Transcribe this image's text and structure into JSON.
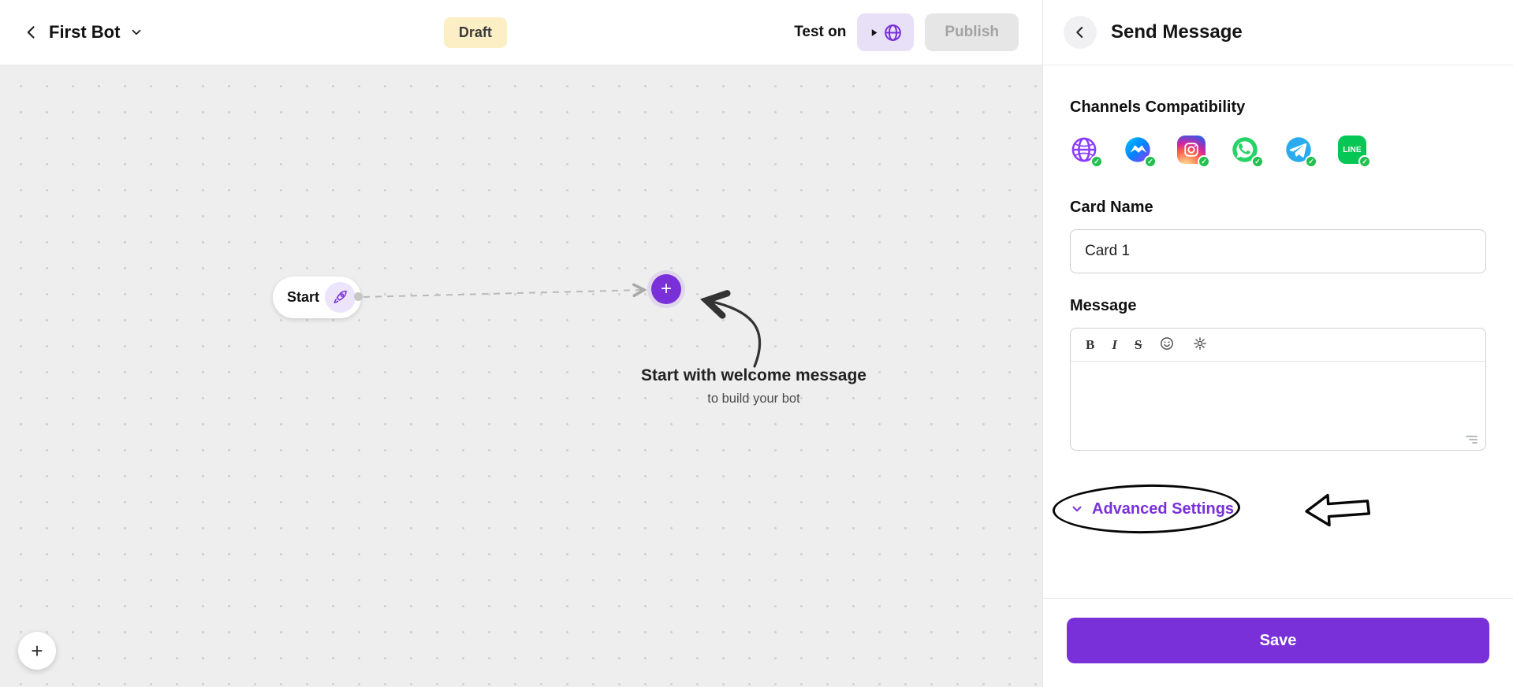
{
  "header": {
    "bot_name": "First Bot",
    "status_badge": "Draft",
    "test_on_label": "Test on",
    "publish_label": "Publish"
  },
  "canvas": {
    "start_node_label": "Start",
    "plus_glyph": "+",
    "empty_state_title": "Start with welcome message",
    "empty_state_subtitle": "to build your bot"
  },
  "panel": {
    "title": "Send Message",
    "channels_heading": "Channels Compatibility",
    "channels": [
      "web",
      "messenger",
      "instagram",
      "whatsapp",
      "telegram",
      "line"
    ],
    "line_icon_text": "LINE",
    "check_glyph": "✓",
    "card_name_label": "Card Name",
    "card_name_value": "Card 1",
    "message_label": "Message",
    "message_value": "",
    "editor_toolbar": {
      "bold": "B",
      "italic": "I",
      "strikethrough": "S"
    },
    "advanced_settings_label": "Advanced Settings",
    "save_label": "Save"
  },
  "colors": {
    "accent_purple": "#7a30d9",
    "draft_badge_bg": "#fcefc6",
    "canvas_bg": "#eeeeee",
    "messenger_blue": "#0084ff",
    "whatsapp_green": "#25d366",
    "telegram_blue": "#2aabee",
    "line_green": "#06c755",
    "check_green": "#21bf4d",
    "annotation_black": "#070707"
  }
}
